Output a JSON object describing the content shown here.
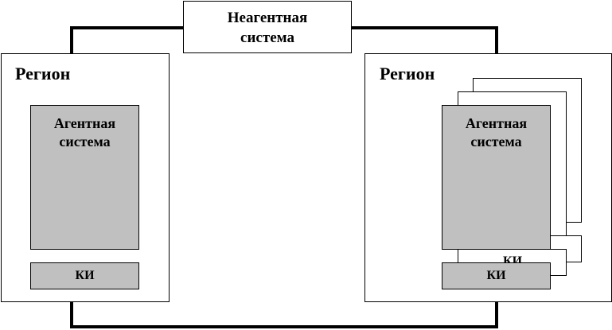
{
  "non_agent_system": {
    "line1": "Неагентная",
    "line2": "система"
  },
  "left_region": {
    "title": "Регион",
    "agent_system": {
      "line1": "Агентная",
      "line2": "система"
    },
    "control_interface": "КИ"
  },
  "right_region": {
    "title": "Регион",
    "agent_system": {
      "line1": "Агентная",
      "line2": "система"
    },
    "control_interface": "КИ",
    "partial_control_interface": "КИ"
  },
  "colors": {
    "line": "#000000",
    "agent_fill": "#c0c0c0",
    "background": "#ffffff"
  }
}
